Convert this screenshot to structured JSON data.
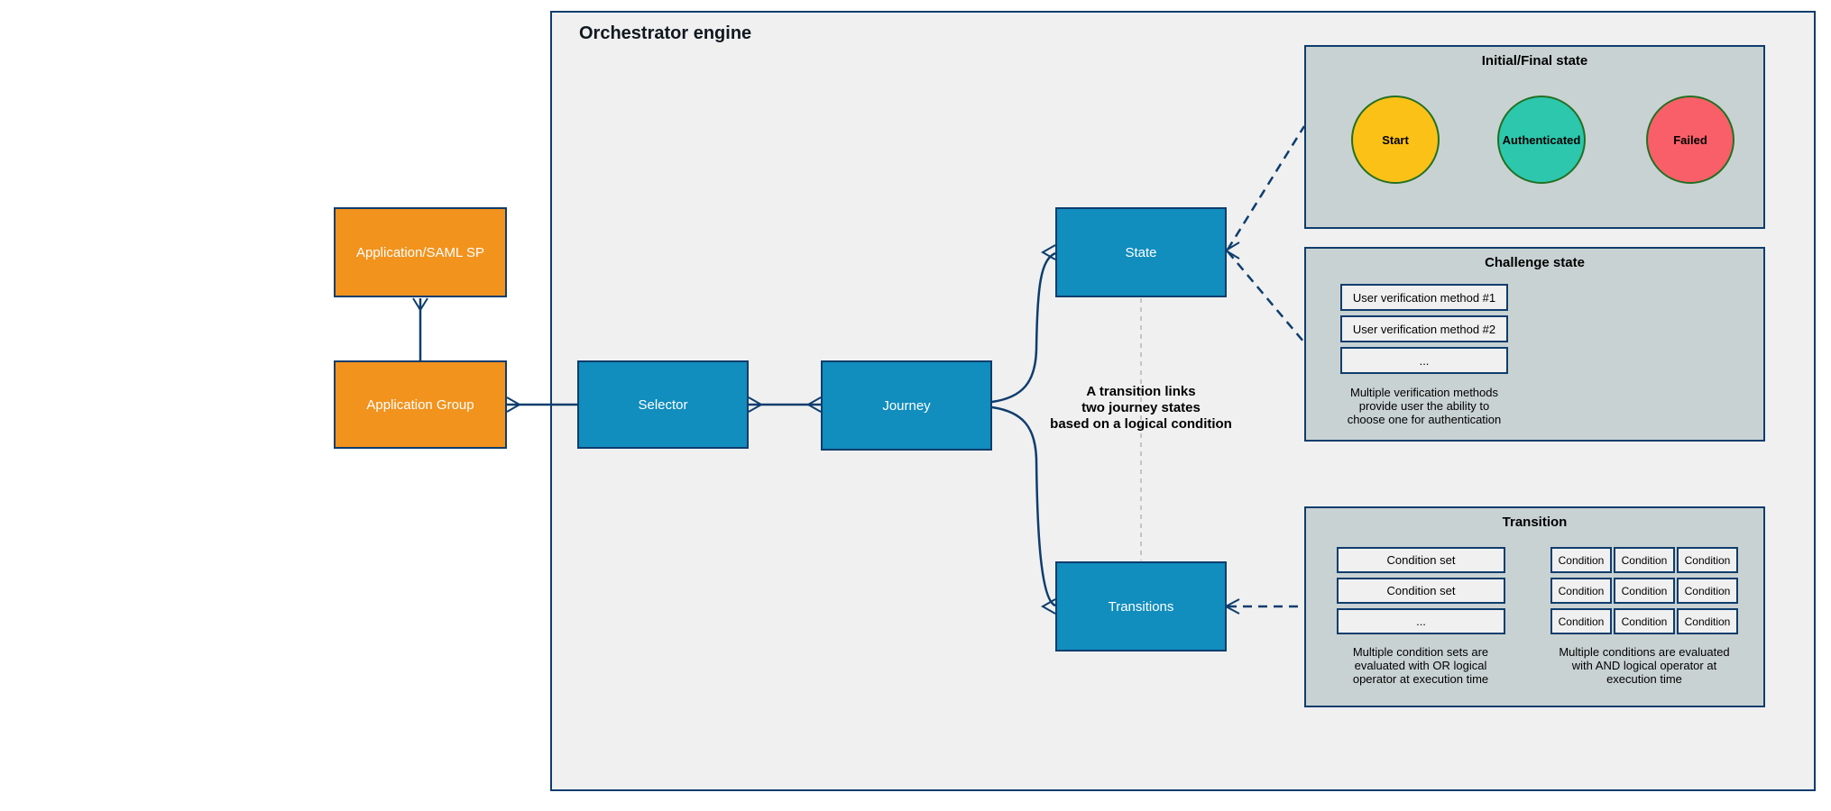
{
  "diagram": {
    "title": "Orchestrator engine"
  },
  "nodes": {
    "application_saml_sp": "Application/SAML SP",
    "application_group": "Application Group",
    "selector": "Selector",
    "journey": "Journey",
    "state": "State",
    "transitions": "Transitions"
  },
  "annotation": {
    "lines": [
      "A transition links",
      "two journey states",
      "based on a logical condition"
    ]
  },
  "panels": {
    "initial_final": {
      "title": "Initial/Final state",
      "states": [
        {
          "label": "Start",
          "color": "#fbc116"
        },
        {
          "label": "Authenticated",
          "color": "#2cc7ad"
        },
        {
          "label": "Failed",
          "color": "#f95f68"
        }
      ]
    },
    "challenge": {
      "title": "Challenge state",
      "methods": [
        "User verification method #1",
        "User verification method #2",
        "..."
      ],
      "caption": [
        "Multiple verification methods",
        "provide user the ability to",
        "choose one for authentication"
      ]
    },
    "transition": {
      "title": "Transition",
      "condition_sets": [
        "Condition set",
        "Condition set",
        "..."
      ],
      "condition": "Condition",
      "caption_or": [
        "Multiple condition sets are",
        "evaluated with OR logical",
        "operator at execution time"
      ],
      "caption_and": [
        "Multiple conditions are evaluated",
        "with AND logical operator at",
        "execution time"
      ]
    }
  },
  "colors": {
    "border_navy": "#0e3d6d",
    "node_blue": "#118dbe",
    "node_orange": "#f2931e",
    "engine_background": "#f0f0f0",
    "panel_background": "#c9d2d2",
    "item_background": "#f0f0f0",
    "state_start": "#fbc116",
    "state_authenticated": "#2cc7ad",
    "state_failed": "#f95f68",
    "circle_border_green": "#237023",
    "dashed_gray": "#b5b5b5"
  }
}
